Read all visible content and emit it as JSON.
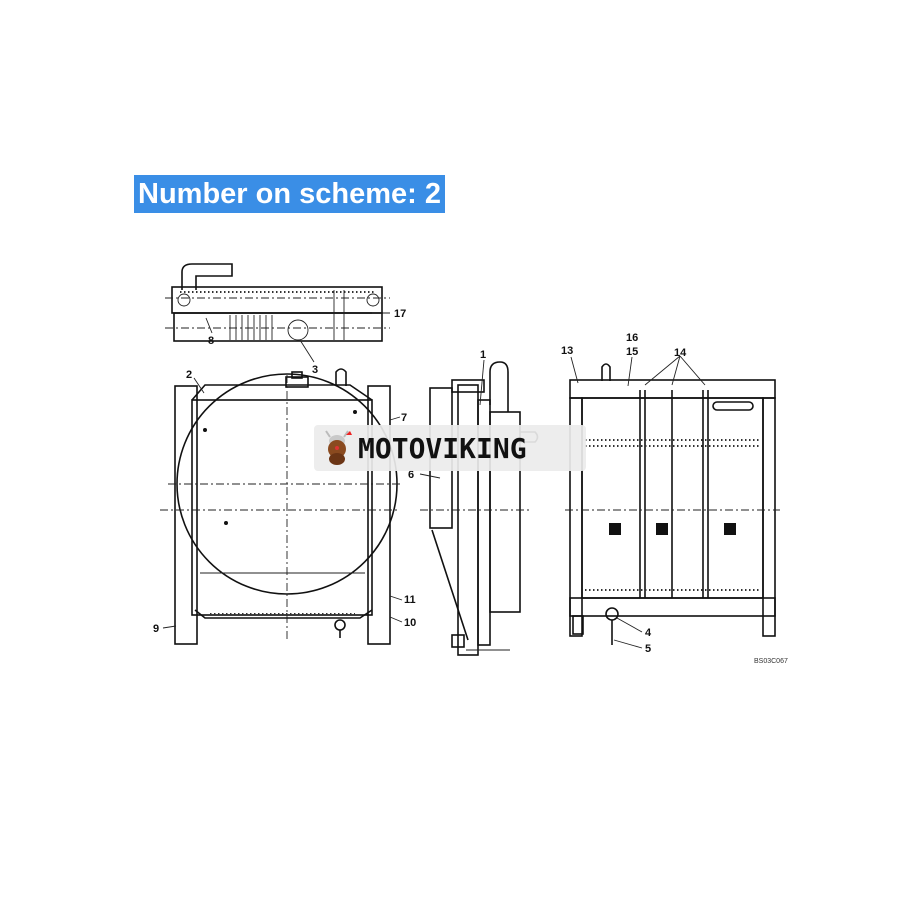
{
  "header": {
    "title": "Number on scheme: 2"
  },
  "watermark": {
    "brand": "MOTOVIKING"
  },
  "diagram": {
    "callouts": {
      "c1": "1",
      "c2": "2",
      "c3": "3",
      "c4": "4",
      "c5": "5",
      "c6": "6",
      "c7": "7",
      "c8": "8",
      "c9": "9",
      "c10": "10",
      "c11": "11",
      "c13": "13",
      "c14": "14",
      "c15": "15",
      "c16": "16",
      "c17": "17"
    },
    "drawing_code": "BS03C067"
  }
}
